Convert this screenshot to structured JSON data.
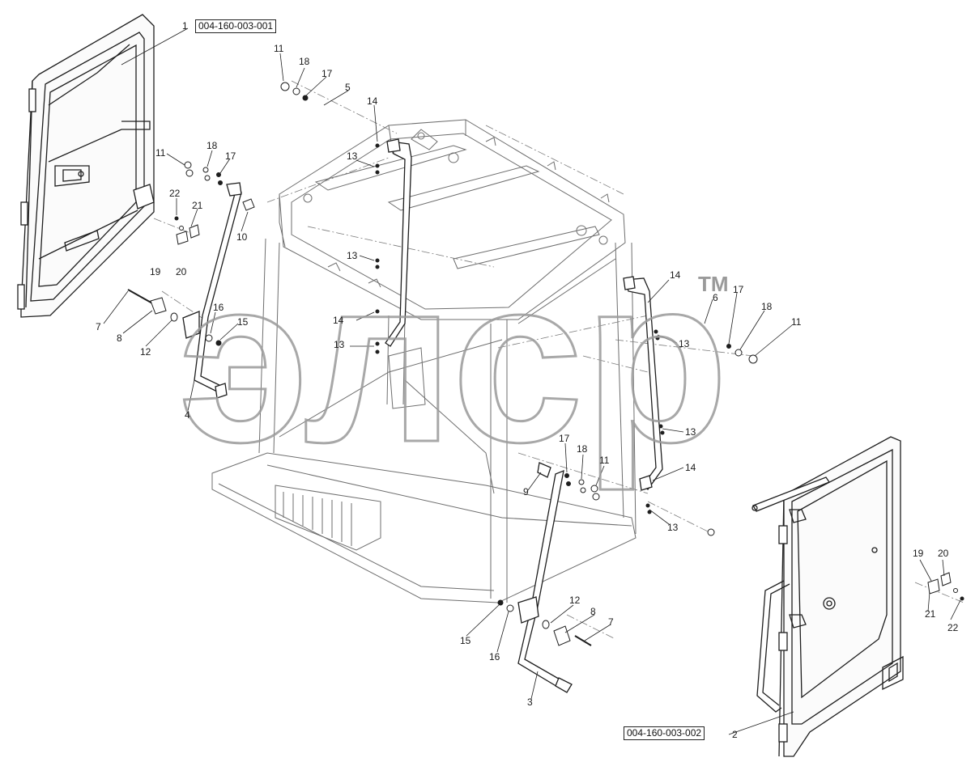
{
  "references": {
    "door_left": "004-160-003-001",
    "door_right": "004-160-003-002"
  },
  "watermark": {
    "text": "элср",
    "trademark": "TM"
  },
  "callouts": {
    "c1": "1",
    "c2": "2",
    "c3": "3",
    "c4": "4",
    "c5": "5",
    "c6": "6",
    "c7a": "7",
    "c7b": "7",
    "c8a": "8",
    "c8b": "8",
    "c9": "9",
    "c10": "10",
    "c11a": "11",
    "c11b": "11",
    "c11c": "11",
    "c11d": "11",
    "c12a": "12",
    "c12b": "12",
    "c13a": "13",
    "c13b": "13",
    "c13c": "13",
    "c13d": "13",
    "c13e": "13",
    "c13f": "13",
    "c14a": "14",
    "c14b": "14",
    "c14c": "14",
    "c14d": "14",
    "c15a": "15",
    "c15b": "15",
    "c16a": "16",
    "c16b": "16",
    "c17a": "17",
    "c17b": "17",
    "c17c": "17",
    "c17d": "17",
    "c18a": "18",
    "c18b": "18",
    "c18c": "18",
    "c18d": "18",
    "c19a": "19",
    "c19b": "19",
    "c20a": "20",
    "c20b": "20",
    "c21a": "21",
    "c21b": "21",
    "c22a": "22",
    "c22b": "22"
  },
  "colors": {
    "line": "#1e1e1e",
    "frame": "#6e6e6e",
    "watermark": "#9a9a9a"
  }
}
